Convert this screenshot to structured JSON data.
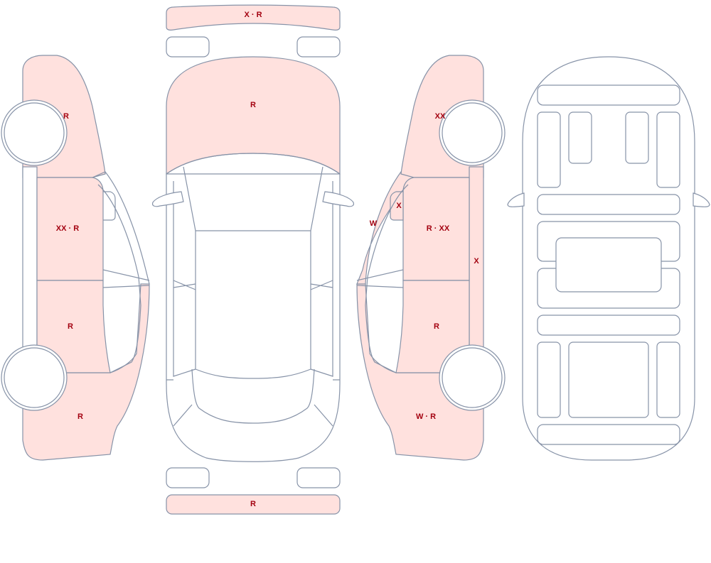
{
  "legend": {},
  "colors": {
    "damaged_fill": "#ffe1de",
    "outline": "#8793a8",
    "code_text": "#a3000f"
  },
  "panels": [
    {
      "id": "front-bumper",
      "code": "X · R",
      "damaged": true
    },
    {
      "id": "hood",
      "code": "R",
      "damaged": true
    },
    {
      "id": "rear-bumper",
      "code": "R",
      "damaged": true
    },
    {
      "id": "left-front-fender",
      "code": "R",
      "damaged": true
    },
    {
      "id": "left-front-door",
      "code": "XX · R",
      "damaged": true
    },
    {
      "id": "left-rear-door",
      "code": "R",
      "damaged": true
    },
    {
      "id": "left-quarter-panel",
      "code": "R",
      "damaged": true
    },
    {
      "id": "right-front-fender",
      "code": "XX",
      "damaged": true
    },
    {
      "id": "right-a-pillar",
      "code": "W",
      "damaged": true
    },
    {
      "id": "right-mirror",
      "code": "X",
      "damaged": true
    },
    {
      "id": "right-front-door",
      "code": "R · XX",
      "damaged": true
    },
    {
      "id": "right-rocker",
      "code": "X",
      "damaged": true
    },
    {
      "id": "right-rear-door",
      "code": "R",
      "damaged": true
    },
    {
      "id": "right-quarter-panel",
      "code": "W · R",
      "damaged": true
    }
  ]
}
